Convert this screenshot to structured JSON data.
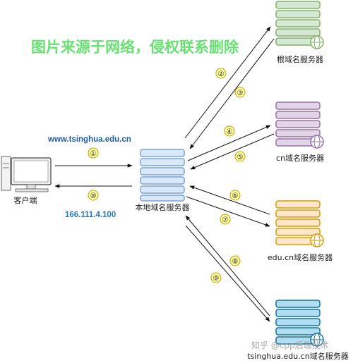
{
  "domain_query": "www.tsinghua.edu.cn",
  "resolved_ip": "166.111.4.100",
  "nodes": {
    "client": "客户端",
    "local_dns": "本地域名服务器",
    "root_dns": "根域名服务器",
    "cn_dns": "cn域名服务器",
    "edu_dns": "edu.cn域名服务器",
    "tsinghua_dns": "tsinghua.edu.cn域名服务器"
  },
  "steps": [
    "①",
    "②",
    "③",
    "④",
    "⑤",
    "⑥",
    "⑦",
    "⑧",
    "⑨",
    "⑩"
  ],
  "watermark": {
    "top": "图片来源于网络，侵权联系删除",
    "bottom": "知乎 @cpp后端技术"
  },
  "colors": {
    "local_dns": "#7aa2d6",
    "root_dns": "#82b366",
    "cn_dns": "#9673a6",
    "edu_dns": "#d79b00",
    "tsinghua_dns": "#10739e",
    "query_text": "#1f5fa8",
    "ip_text": "#2a7ab8",
    "step_fill": "#ffffa0",
    "step_stroke": "#b8a400",
    "watermark": "#3ed84a"
  }
}
